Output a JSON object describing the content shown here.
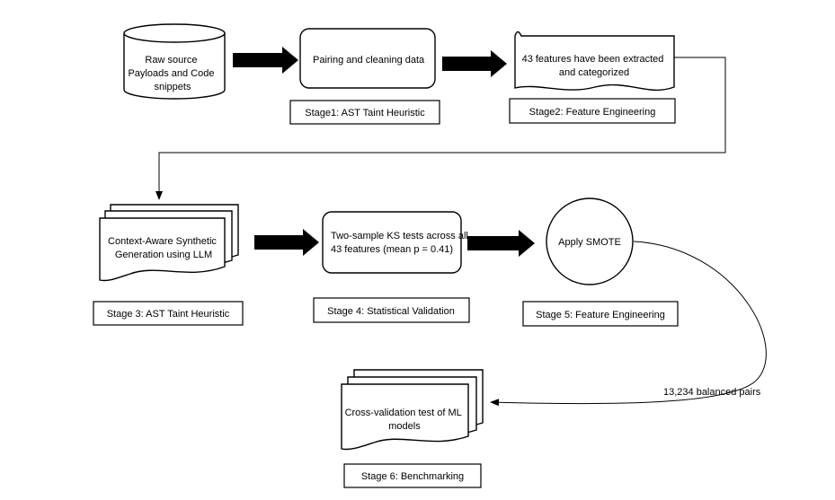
{
  "nodes": {
    "raw_source": {
      "lines": [
        "Raw source",
        "Payloads and Code",
        "snippets"
      ]
    },
    "stage1_box": {
      "lines": [
        "Pairing and cleaning data"
      ]
    },
    "stage1_label": "Stage1: AST Taint Heuristic",
    "stage2_box": {
      "lines": [
        "43 features have been extracted",
        "and categorized"
      ]
    },
    "stage2_label": "Stage2: Feature Engineering",
    "stage3_box": {
      "lines": [
        "Context-Aware Synthetic",
        "Generation using LLM"
      ]
    },
    "stage3_label": "Stage 3: AST Taint Heuristic",
    "stage4_box": {
      "lines": [
        "Two-sample KS tests across all",
        "43 features (mean p = 0.41)"
      ]
    },
    "stage4_label": "Stage 4: Statistical Validation",
    "stage5_box": {
      "lines": [
        "Apply SMOTE"
      ]
    },
    "stage5_label": "Stage 5: Feature Engineering",
    "stage6_box": {
      "lines": [
        "Cross-validation test of ML",
        "models"
      ]
    },
    "stage6_label": "Stage 6: Benchmarking"
  },
  "edges": {
    "smote_to_benchmark": "13,234 balanced pairs"
  }
}
